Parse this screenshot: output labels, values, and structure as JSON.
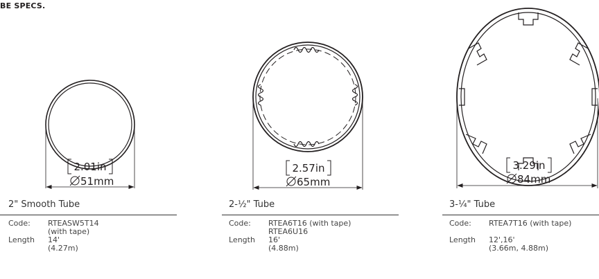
{
  "page_title": "BE SPECS.",
  "tubes": [
    {
      "name": "2\" Smooth Tube",
      "dim_in": "2.01in",
      "dim_mm": "51mm",
      "specs": {
        "code_label": "Code:",
        "code_lines": [
          "RTEASW5T14",
          "(with tape)"
        ],
        "length_label": "Length",
        "length_lines": [
          "14'",
          "(4.27m)"
        ]
      }
    },
    {
      "name": "2-½\" Tube",
      "dim_in": "2.57in",
      "dim_mm": "65mm",
      "specs": {
        "code_label": "Code:",
        "code_lines": [
          "RTEA6T16 (with tape)",
          "RTEA6U16"
        ],
        "length_label": "Length",
        "length_lines": [
          "16'",
          "(4.88m)"
        ]
      }
    },
    {
      "name": "3-¼\" Tube",
      "dim_in": "3.29in",
      "dim_mm": "84mm",
      "specs": {
        "code_label": "Code:",
        "code_lines": [
          "RTEA7T16 (with tape)"
        ],
        "length_label": "Length",
        "length_lines": [
          "12',16'",
          "(3.66m, 4.88m)"
        ]
      }
    }
  ],
  "colors": {
    "ink": "#231f20",
    "rule": "#333333"
  }
}
